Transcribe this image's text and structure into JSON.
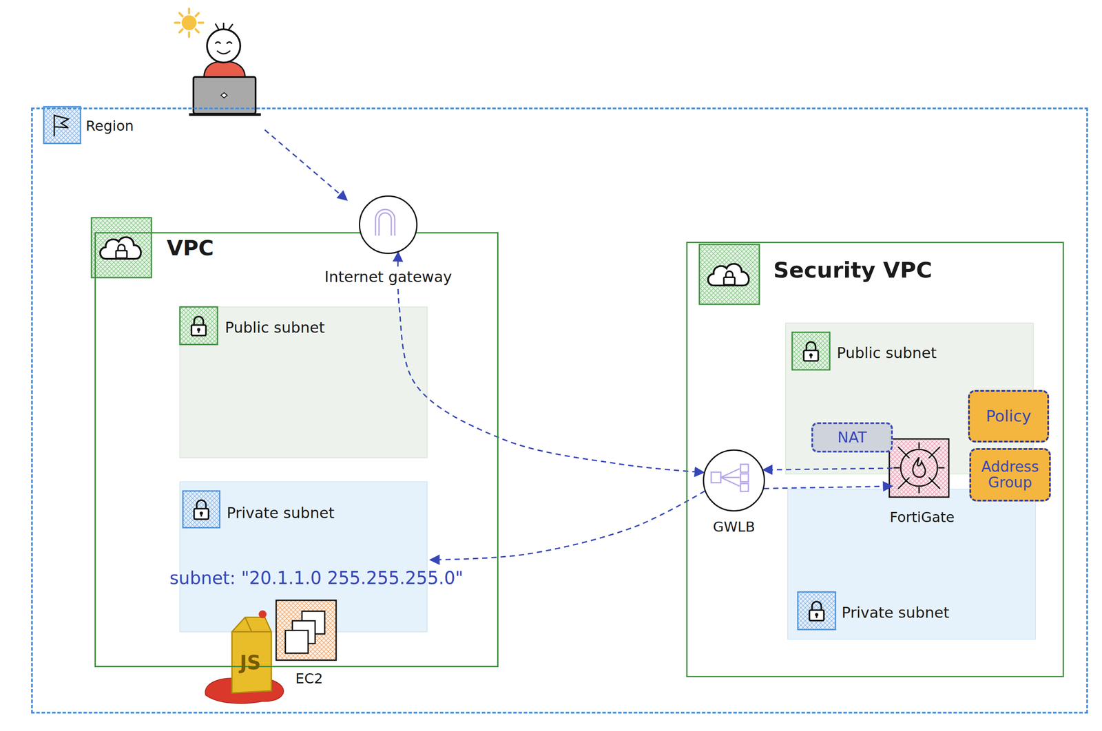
{
  "diagram": {
    "nodes": [
      {
        "text": [
          "Region"
        ]
      },
      {
        "text": [
          "VPC"
        ],
        "in": 0
      },
      {
        "text": [
          "Internet gateway"
        ],
        "in": 1
      },
      {
        "text": [
          "Public subnet"
        ],
        "in": 1
      },
      {
        "text": [
          "Private subnet"
        ],
        "in": 1
      },
      {
        "text": [
          "EC2"
        ],
        "in": 4
      },
      {
        "text": [
          "Security VPC"
        ],
        "in": 0
      },
      {
        "text": [
          "Public subnet"
        ],
        "in": 6
      },
      {
        "text": [
          "Private subnet"
        ],
        "in": 6
      },
      {
        "text": [
          "GWLB"
        ],
        "in": 6
      },
      {
        "text": [
          "NAT"
        ],
        "in": 7
      },
      {
        "text": [
          "FortiGate"
        ],
        "in": 6
      },
      {
        "text": [
          "Policy"
        ],
        "in": 6
      },
      {
        "text": [
          "Address Group"
        ],
        "in": 6
      }
    ],
    "edges": [
      {
        "from": 2,
        "to": 9,
        "arrow": "both"
      },
      {
        "from": 11,
        "to": 9,
        "arrow": "to"
      },
      {
        "from": 9,
        "to": 11,
        "arrow": "to"
      },
      {
        "from": 9,
        "to": 4,
        "arrow": "to"
      }
    ],
    "labels": [
      "subnet: \"20.1.1.0 255.255.255.0\"",
      "JS"
    ]
  }
}
